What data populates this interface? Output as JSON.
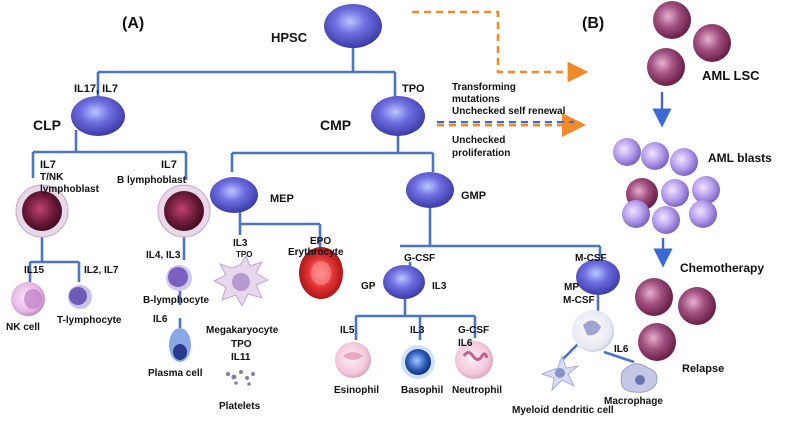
{
  "panel_a": {
    "title": "(A)",
    "hpsc": "HPSC",
    "il17_il7": "IL17, IL7",
    "tpo_top": "TPO",
    "clp": "CLP",
    "cmp": "CMP",
    "clp_left_il7": "IL7",
    "tnk_1": "T/NK",
    "tnk_2": "lymphoblast",
    "clp_right_il7": "IL7",
    "b_lymphoblast": "B lymphoblast",
    "mep": "MEP",
    "gmp": "GMP",
    "il15": "IL15",
    "il2_il7": "IL2, IL7",
    "il4_il3": "IL4, IL3",
    "nk_cell": "NK cell",
    "t_lymphocyte": "T-lymphocyte",
    "b_lymphocyte": "B-lymphocyte",
    "il6_b": "IL6",
    "plasma_cell": "Plasma cell",
    "il3_mep": "IL3",
    "tpo_mep": "TPO",
    "epo": "EPO",
    "erythrocyte": "Erythrocyte",
    "megakaryocyte": "Megakaryocyte",
    "tpo_mk": "TPO",
    "il11": "IL11",
    "platelets": "Platelets",
    "gcsf_top": "G-CSF",
    "mcsf_top": "M-CSF",
    "gp": "GP",
    "il3_gp": "IL3",
    "mp": "MP",
    "mcsf_mp": "M-CSF",
    "il5": "IL5",
    "il3_baso": "IL3",
    "gcsf_neut": "G-CSF",
    "il6_neut": "IL6",
    "eosinophil": "Esinophil",
    "basophil": "Basophil",
    "neutrophil": "Neutrophil",
    "il6_mono": "IL6",
    "myeloid_dc": "Myeloid dendritic cell",
    "macrophage": "Macrophage"
  },
  "panel_b": {
    "title": "(B)",
    "transform_1": "Transforming",
    "transform_2": "mutations",
    "transform_3": "Unchecked self renewal",
    "prolif_1": "Unchecked",
    "prolif_2": "proliferation",
    "aml_lsc": "AML LSC",
    "aml_blasts": "AML blasts",
    "chemotherapy": "Chemotherapy",
    "relapse": "Relapse"
  },
  "colors": {
    "connector": "#4a74c4",
    "stem_cell": "#6e6ee0",
    "lymphoblast": "#7a2a4a",
    "leukemic_cell": "#9c4a78",
    "blast": "#b7a2e8",
    "erythrocyte": "#d42a2a",
    "arrow_orange": "#f08a2a",
    "arrow_blue": "#3a6ad4"
  }
}
